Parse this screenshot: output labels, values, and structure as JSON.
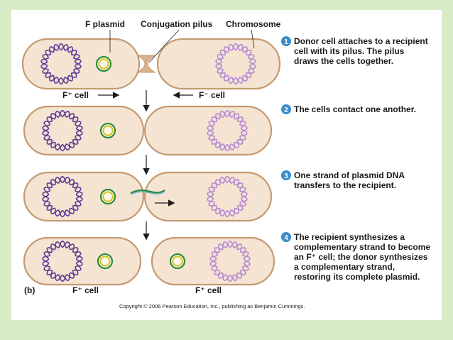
{
  "labels": {
    "f_plasmid": "F plasmid",
    "conjugation_pilus": "Conjugation pilus",
    "chromosome": "Chromosome",
    "f_plus_cell_1": "F⁺ cell",
    "f_minus_cell": "F⁻ cell",
    "f_plus_cell_left": "F⁺ cell",
    "f_plus_cell_right": "F⁺ cell",
    "panel_label": "(b)",
    "copyright": "Copyright © 2006 Pearson Education, Inc., publishing as Benjamin Cummings."
  },
  "steps": [
    {
      "number": "1",
      "lines": [
        "Donor cell attaches to a recipient",
        "cell with its pilus. The pilus",
        "draws the cells together."
      ]
    },
    {
      "number": "2",
      "lines": [
        "The cells contact one another."
      ]
    },
    {
      "number": "3",
      "lines": [
        "One strand of plasmid DNA",
        "transfers to the recipient."
      ]
    },
    {
      "number": "4",
      "lines": [
        "The recipient synthesizes a",
        "complementary strand to become",
        "an F⁺ cell; the donor synthesizes",
        "a complementary strand,",
        "restoring its complete plasmid."
      ]
    }
  ],
  "colors": {
    "background": "#d8ecc6",
    "cell_fill": "#f5e4d2",
    "cell_stroke": "#c49a72",
    "donor_dna": "#5a3e9a",
    "recipient_dna": "#b58ad2",
    "plasmid_outer": "#2f8a3e",
    "plasmid_inner": "#d4c21a",
    "step_badge": "#3a8ec8"
  }
}
